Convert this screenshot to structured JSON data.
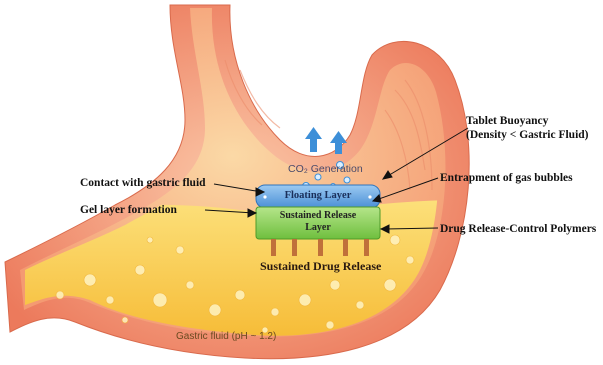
{
  "labels": {
    "co2_generation": "CO₂ Generation",
    "floating_layer": "Floating Layer",
    "sustained_layer_line1": "Sustained Release",
    "sustained_layer_line2": "Layer",
    "sustained_drug_release": "Sustained Drug Release",
    "gastric_fluid": "Gastric fluid (pH ~ 1.2)",
    "contact_with_gastric_fluid": "Contact with gastric fluid",
    "gel_layer_formation": "Gel layer formation",
    "tablet_buoyancy_line1": "Tablet Buoyancy",
    "tablet_buoyancy_line2": "(Density < Gastric Fluid)",
    "entrapment_of_gas_bubbles": "Entrapment of gas bubbles",
    "drug_release_control_polymers": "Drug Release-Control Polymers"
  },
  "colors": {
    "stomach_wall": "#f08a6a",
    "stomach_inner": "#f6b48a",
    "gastric_fluid": "#f7c23a",
    "floating_layer": "#6fa8e0",
    "sustained_layer": "#8bd35a",
    "release_arrow": "#c0703a",
    "co2_arrow": "#3d8fd8"
  }
}
